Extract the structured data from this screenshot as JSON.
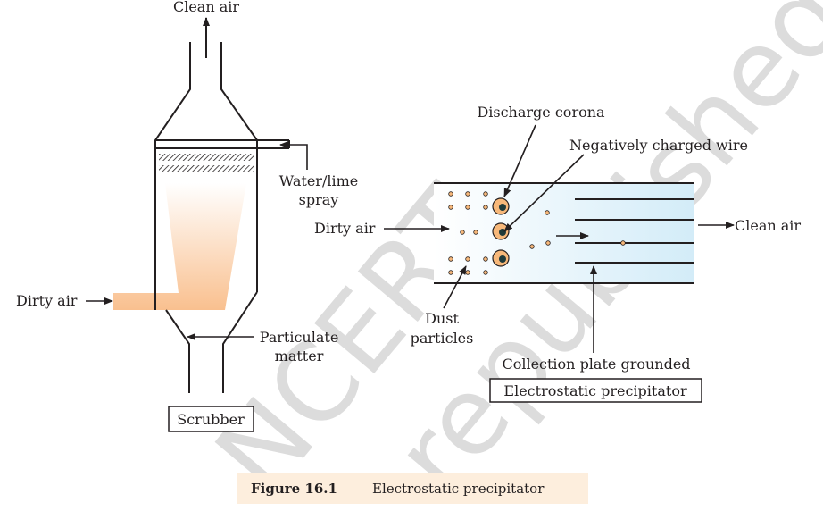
{
  "watermark": {
    "lines": [
      "© NCERT",
      "not to be republished"
    ],
    "visible_words": [
      "NCERT",
      "republished"
    ]
  },
  "scrubber": {
    "title": "Scrubber",
    "labels": {
      "clean_air": "Clean air",
      "water_lime_spray_1": "Water/lime",
      "water_lime_spray_2": "spray",
      "dirty_air": "Dirty air",
      "particulate_1": "Particulate",
      "particulate_2": "matter"
    }
  },
  "precipitator": {
    "title": "Electrostatic precipitator",
    "labels": {
      "discharge_corona": "Discharge corona",
      "negative_wire": "Negatively charged wire",
      "dirty_air": "Dirty air",
      "clean_air": "Clean air",
      "dust_1": "Dust",
      "dust_2": "particles",
      "collection_plate": "Collection plate grounded"
    }
  },
  "caption": {
    "figure_label": "Figure 16.1",
    "text": "Electrostatic precipitator"
  },
  "colors": {
    "flow_orange": "#f9c08f",
    "duct_blue": "#d6eef9",
    "caption_bg": "#fdeedd",
    "ink": "#231f20",
    "corona": "#f7b87a"
  }
}
